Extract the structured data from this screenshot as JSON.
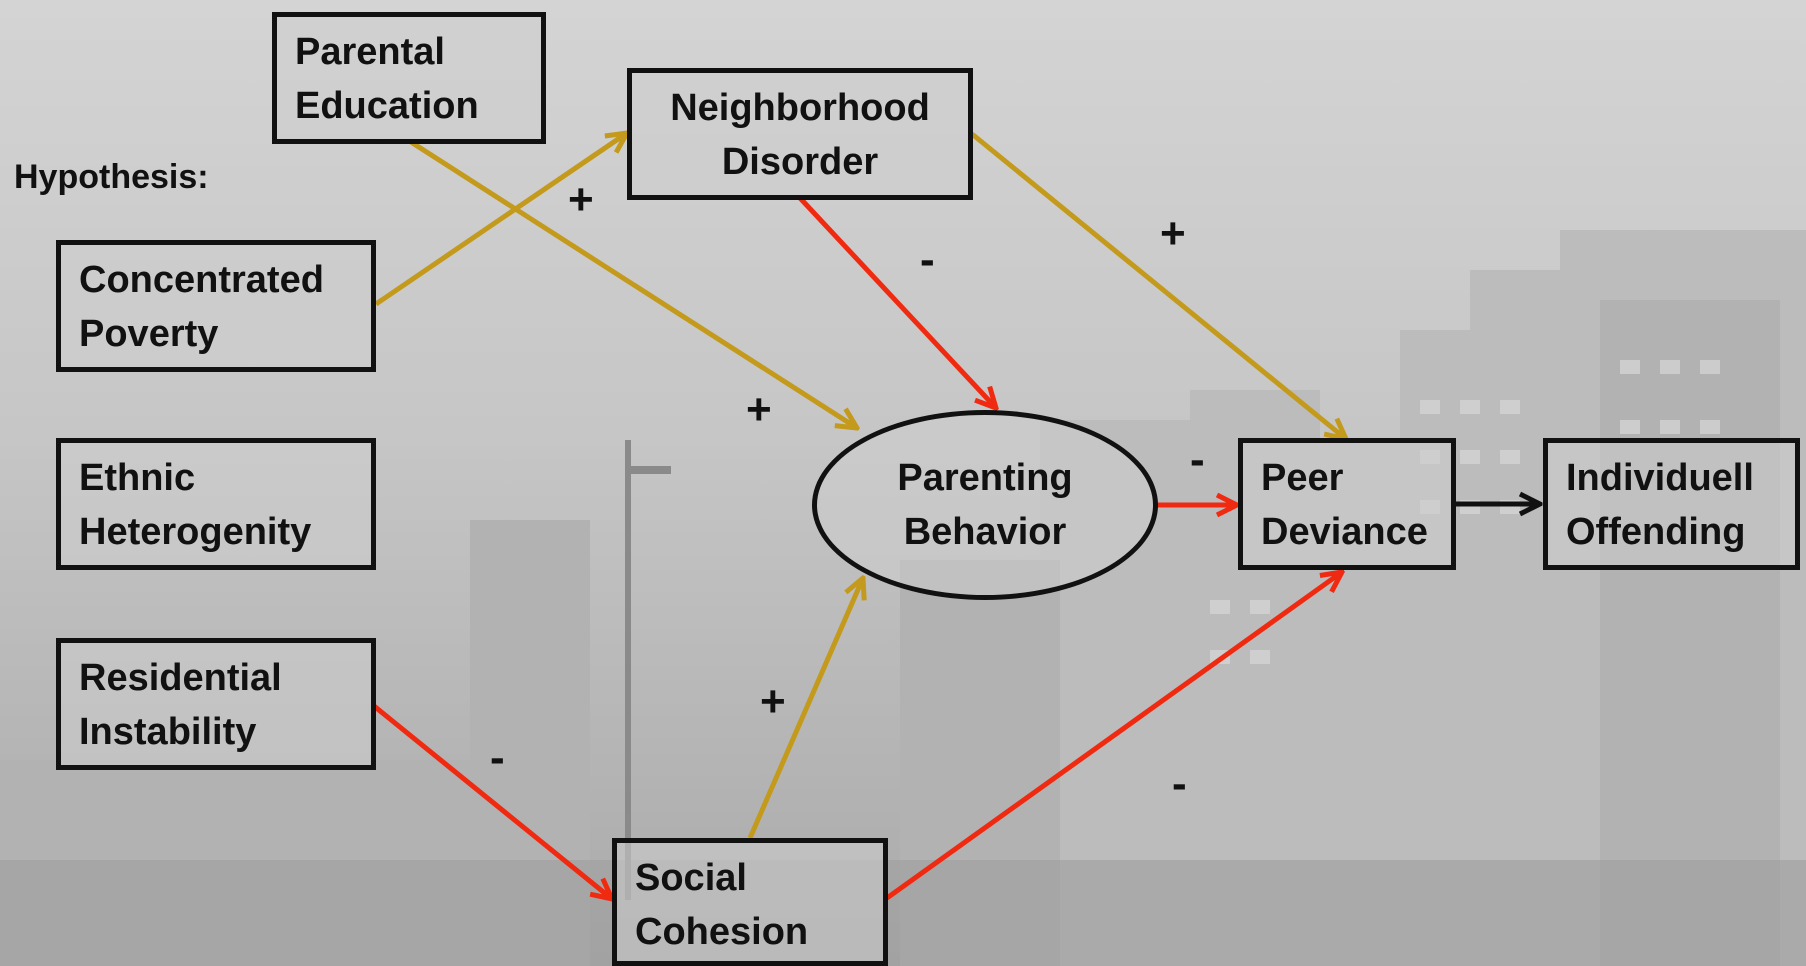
{
  "heading": "Hypothesis:",
  "nodes": {
    "parental_education": {
      "line1": "Parental",
      "line2": "Education"
    },
    "neighborhood_disorder": {
      "line1": "Neighborhood",
      "line2": "Disorder"
    },
    "concentrated_poverty": {
      "line1": "Concentrated",
      "line2": "Poverty"
    },
    "ethnic_heterogenity": {
      "line1": "Ethnic",
      "line2": "Heterogenity"
    },
    "residential_instability": {
      "line1": "Residential",
      "line2": "Instability"
    },
    "social_cohesion": {
      "line1": "Social",
      "line2": "Cohesion"
    },
    "parenting_behavior": {
      "line1": "Parenting",
      "line2": "Behavior"
    },
    "peer_deviance": {
      "line1": "Peer",
      "line2": "Deviance"
    },
    "individuell_offending": {
      "line1": "Individuell",
      "line2": "Offending"
    }
  },
  "signs": {
    "poverty_to_disorder": "+",
    "disorder_to_parenting": "-",
    "disorder_to_peer": "+",
    "education_to_parenting": "+",
    "parenting_to_peer": "-",
    "instability_to_cohesion": "-",
    "cohesion_to_parenting": "+",
    "cohesion_to_peer": "-"
  },
  "colors": {
    "positive_arrow": "#c49a1c",
    "negative_arrow": "#f02a10",
    "neutral_arrow": "#111111"
  }
}
